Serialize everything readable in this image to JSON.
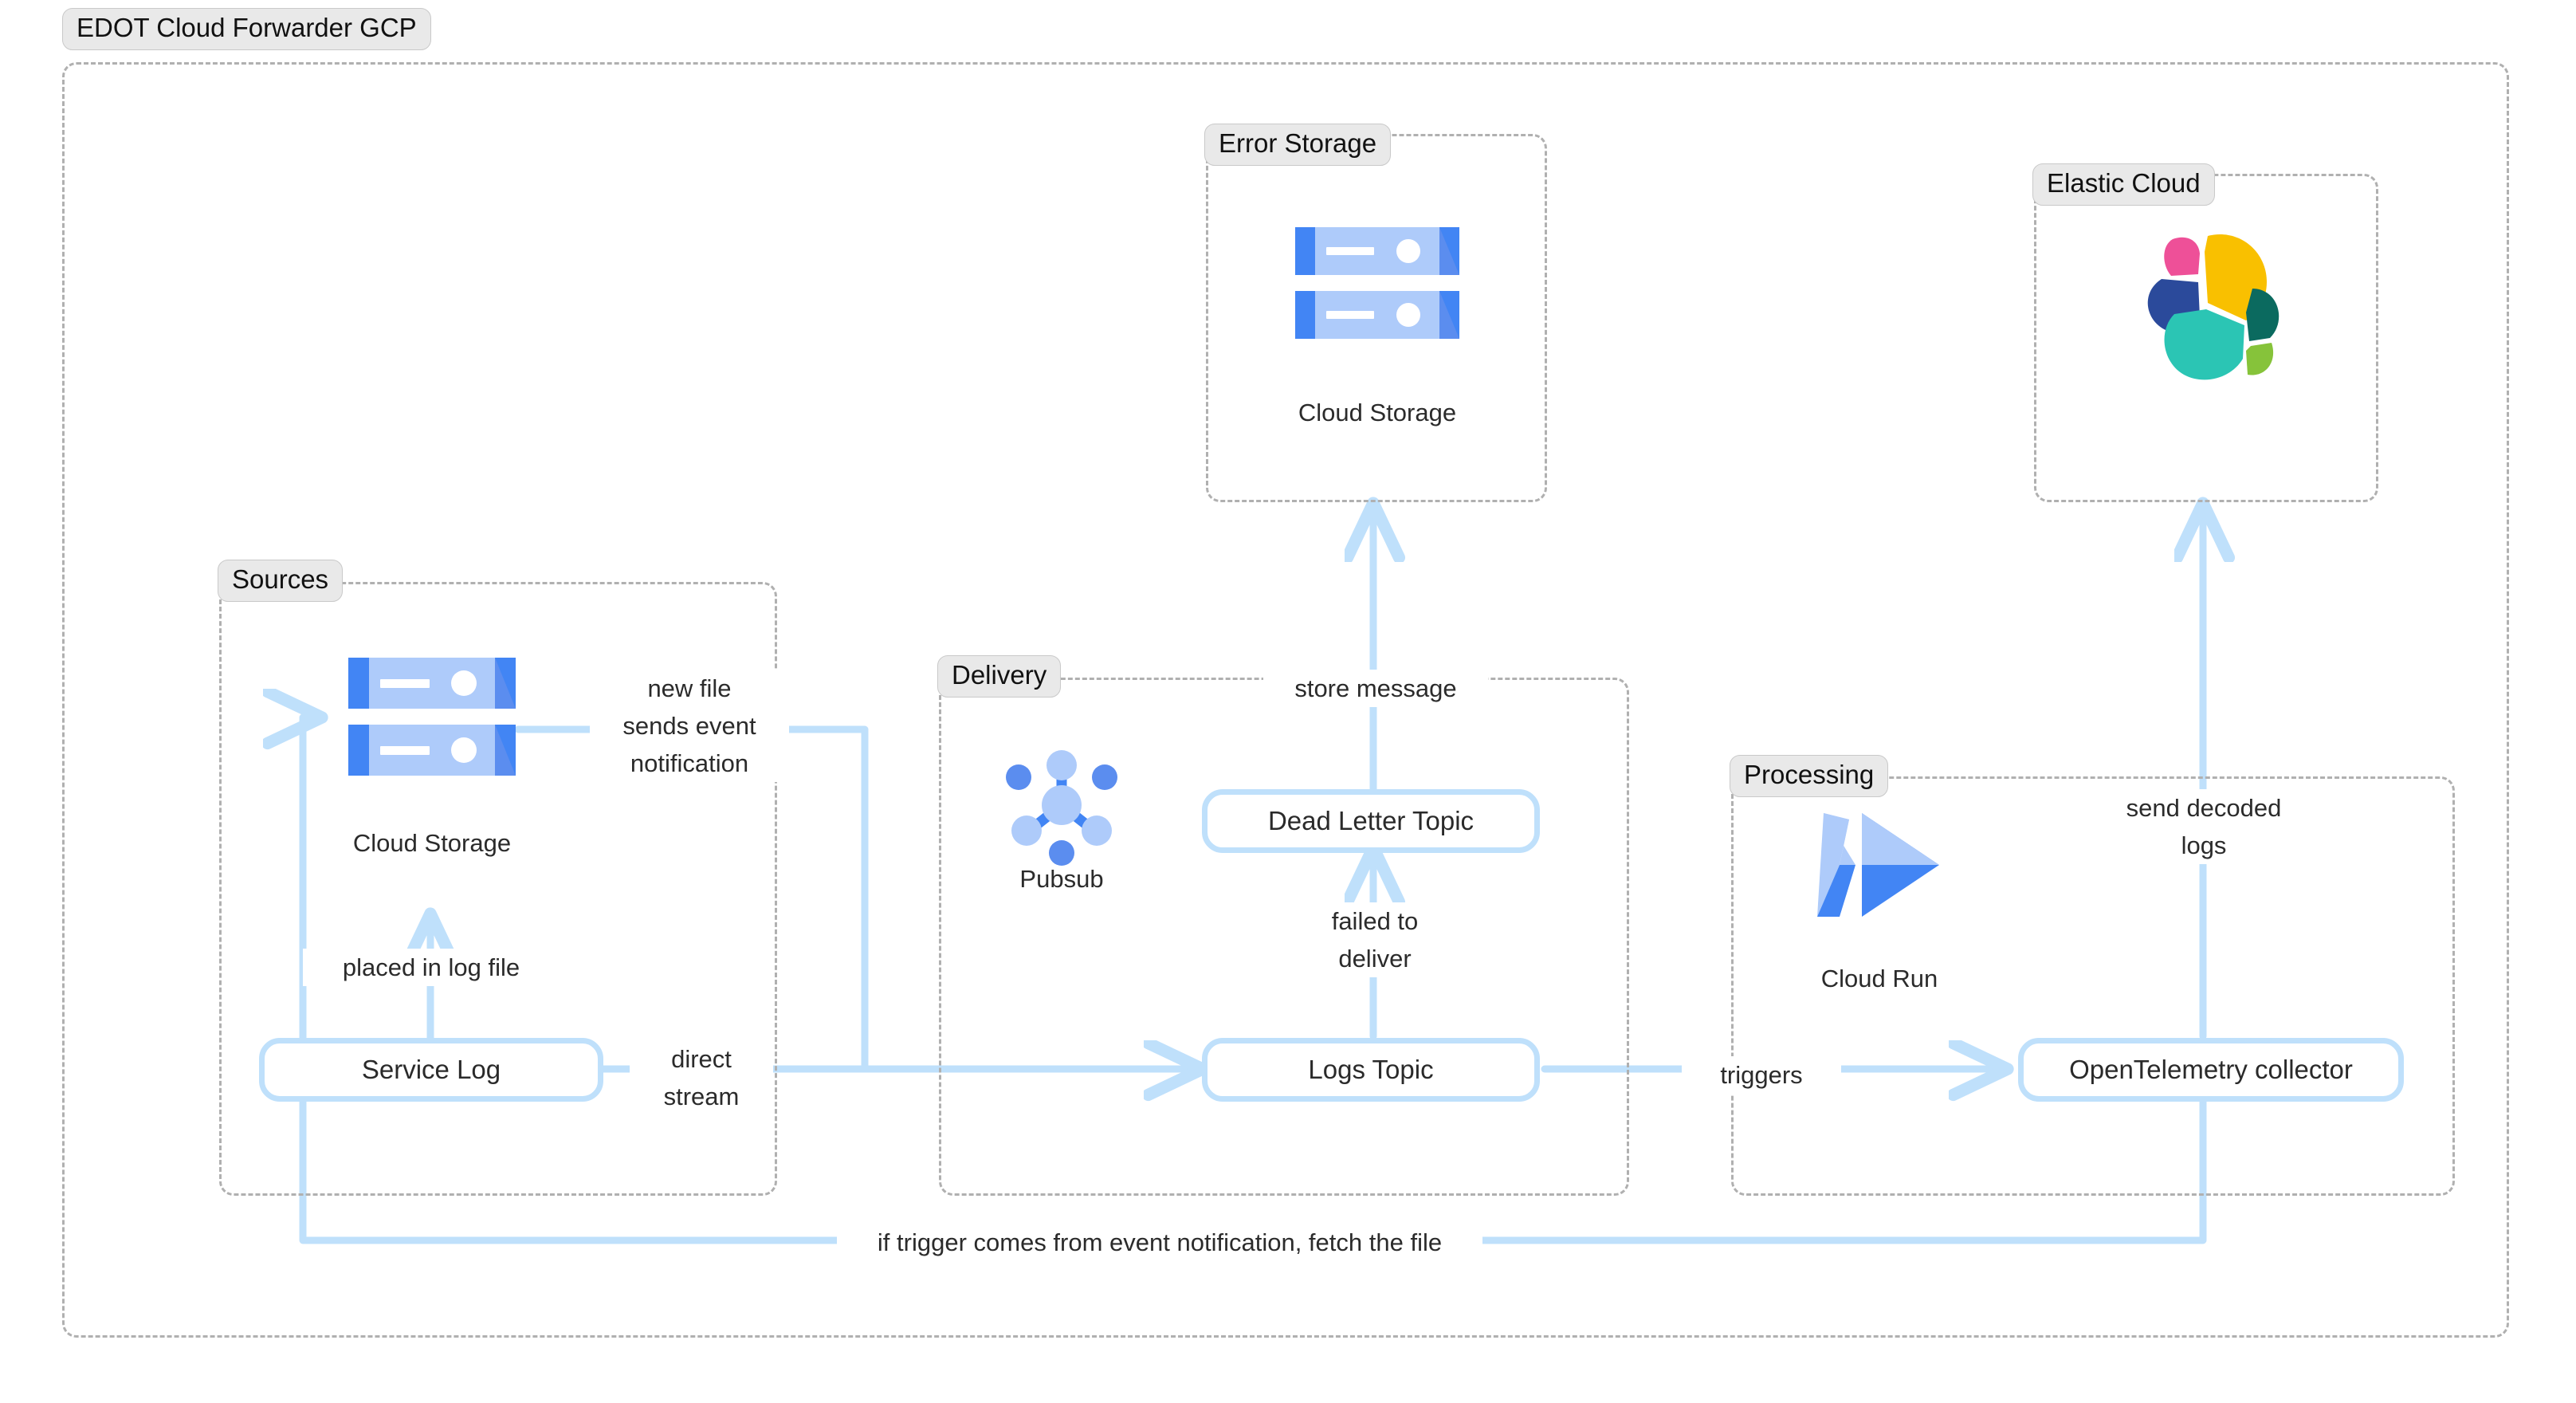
{
  "diagram": {
    "title": "EDOT Cloud Forwarder GCP",
    "accent_edge_color": "#bfe0fb",
    "group_border_color": "#b0b0b0",
    "group_label_bg": "#e9e9e9"
  },
  "groups": [
    {
      "id": "root",
      "label": "EDOT Cloud Forwarder GCP"
    },
    {
      "id": "sources",
      "label": "Sources"
    },
    {
      "id": "error",
      "label": "Error Storage"
    },
    {
      "id": "elastic",
      "label": "Elastic Cloud"
    },
    {
      "id": "delivery",
      "label": "Delivery"
    },
    {
      "id": "processing",
      "label": "Processing"
    }
  ],
  "nodes": [
    {
      "id": "service-log",
      "label": "Service Log"
    },
    {
      "id": "dead-letter",
      "label": "Dead Letter Topic"
    },
    {
      "id": "logs-topic",
      "label": "Logs Topic"
    },
    {
      "id": "otel",
      "label": "OpenTelemetry collector"
    }
  ],
  "icons": [
    {
      "id": "cloud-storage-sources",
      "icon": "google-cloud-storage-icon",
      "caption": "Cloud Storage"
    },
    {
      "id": "cloud-storage-error",
      "icon": "google-cloud-storage-icon",
      "caption": "Cloud Storage"
    },
    {
      "id": "pubsub",
      "icon": "google-pubsub-icon",
      "caption": "Pubsub"
    },
    {
      "id": "cloud-run",
      "icon": "google-cloud-run-icon",
      "caption": "Cloud Run"
    },
    {
      "id": "elastic-logo",
      "icon": "elastic-logo-icon",
      "caption": ""
    }
  ],
  "edge_labels": {
    "new_file": "new file\nsends event\nnotification",
    "placed_in_log": "placed in log file",
    "direct_stream": "direct\nstream",
    "store_message": "store message",
    "failed_deliver": "failed to\ndeliver",
    "triggers": "triggers",
    "send_decoded": "send decoded\nlogs",
    "fetch_file": "if trigger comes from event notification, fetch the file"
  },
  "palette": {
    "gcp_blue_dark": "#4285f4",
    "gcp_blue_light": "#aecbfa",
    "edge_blue": "#bfe0fb",
    "elastic_pink": "#ee5098",
    "elastic_yellow": "#f9c000",
    "elastic_navy": "#2b4a9b",
    "elastic_teal": "#2bc5b4",
    "elastic_darkgreen": "#0b6a5f",
    "elastic_lightgreen": "#86c33a"
  }
}
